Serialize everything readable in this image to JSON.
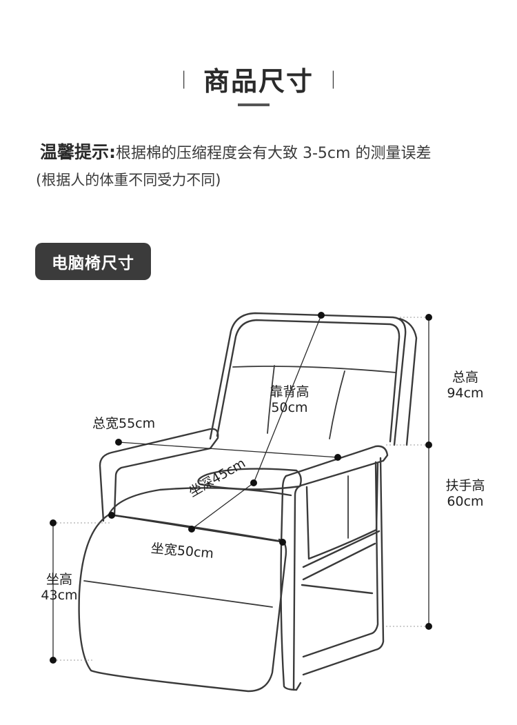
{
  "header": {
    "title": "商品尺寸",
    "left_bar": "|",
    "right_bar": "|"
  },
  "tip": {
    "label": "温馨提示:",
    "text": "根据棉的压缩程度会有大致 3-5cm 的测量误差",
    "line2": "(根据人的体重不同受力不同)"
  },
  "section_tag": "电脑椅尺寸",
  "dimensions": {
    "total_width": "总宽55cm",
    "backrest_label": "靠背高",
    "backrest_value": "50cm",
    "total_height_label": "总高",
    "total_height_value": "94cm",
    "armrest_label": "扶手高",
    "armrest_value": "60cm",
    "seat_depth": "坐深45cm",
    "seat_width": "坐宽50cm",
    "seat_height_label": "坐高",
    "seat_height_value": "43cm"
  },
  "colors": {
    "outline": "#3a3a3a",
    "tag_bg": "#3b3b3b",
    "measure_line": "#2a2a2a"
  }
}
